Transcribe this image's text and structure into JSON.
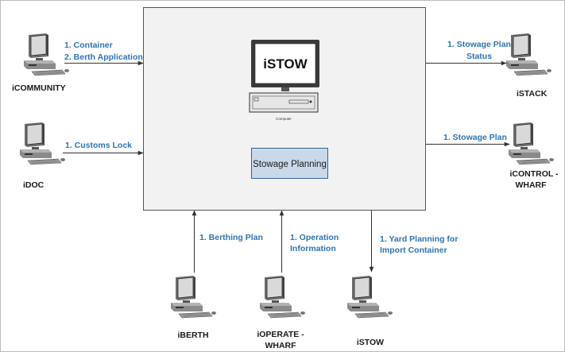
{
  "central_system": {
    "name": "iSTOW",
    "computer_caption": "Computer",
    "module": "Stowage Planning"
  },
  "nodes": {
    "icommunity": "iCOMMUNITY",
    "idoc": "iDOC",
    "istack": "iSTACK",
    "icontrol": [
      "iCONTROL -",
      "WHARF"
    ],
    "iberth": "iBERTH",
    "ioperate": [
      "iOPERATE -",
      "WHARF"
    ],
    "istow_yard": "iSTOW"
  },
  "flows": {
    "icommunity": [
      "1. Container",
      "2. Berth Application"
    ],
    "idoc": [
      "1. Customs Lock"
    ],
    "istack": [
      "1. Stowage Plan",
      "Status"
    ],
    "icontrol": [
      "1. Stowage Plan"
    ],
    "iberth": [
      "1. Berthing Plan"
    ],
    "ioperate": [
      "1. Operation",
      "Information"
    ],
    "istow_yard": [
      "1. Yard Planning for",
      "Import Container"
    ]
  },
  "colors": {
    "flow_label": "#2e74b5",
    "node_label": "#1a1a1a",
    "central_fill": "#f2f2f2",
    "module_fill": "#c9d9ea",
    "module_border": "#2f6597",
    "connector": "#404040"
  }
}
